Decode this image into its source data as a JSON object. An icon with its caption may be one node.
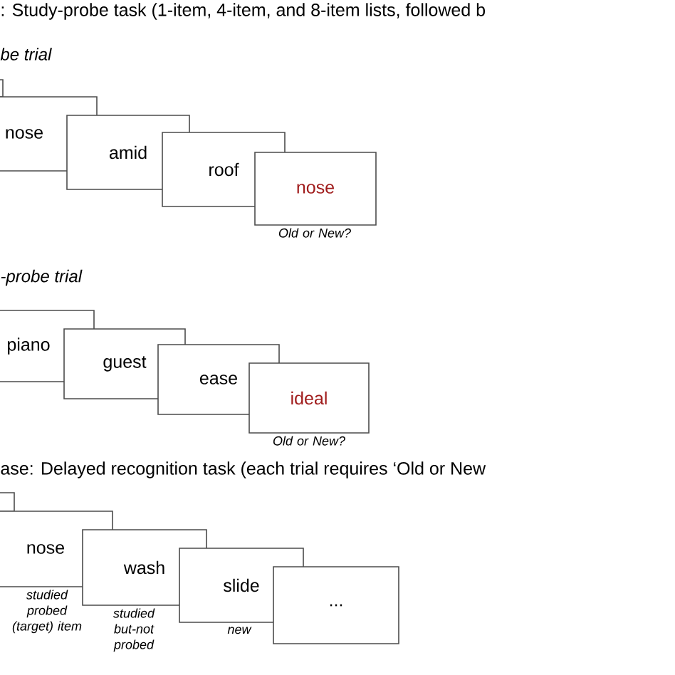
{
  "diagram": {
    "nodes": [
      {
        "text": [],
        "shape": "box"
      },
      {
        "text": [
          "nose"
        ]
      },
      {
        "text": [
          "amid"
        ]
      },
      {
        "text": [
          "roof"
        ]
      },
      {
        "text": [
          "nose"
        ],
        "beside": [
          "Old or New?"
        ]
      },
      {
        "text": [
          "piano"
        ]
      },
      {
        "text": [
          "guest"
        ]
      },
      {
        "text": [
          "ease"
        ]
      },
      {
        "text": [
          "ideal"
        ],
        "beside": [
          "Old or New?"
        ]
      },
      {
        "text": [],
        "shape": "box"
      },
      {
        "text": [
          "nose"
        ],
        "beside": [
          "studied probed (target) item"
        ]
      },
      {
        "text": [
          "wash"
        ],
        "beside": [
          "studied but-not probed"
        ]
      },
      {
        "text": [
          "slide"
        ],
        "beside": [
          "new"
        ]
      },
      {
        "text": [
          "..."
        ]
      }
    ],
    "labels": [
      ": Study-probe task (1-item, 4-item, and 8-item lists, followed b",
      "be trial",
      "-probe trial",
      "ase: Delayed recognition task (each trial requires ‘Old or New"
    ]
  }
}
